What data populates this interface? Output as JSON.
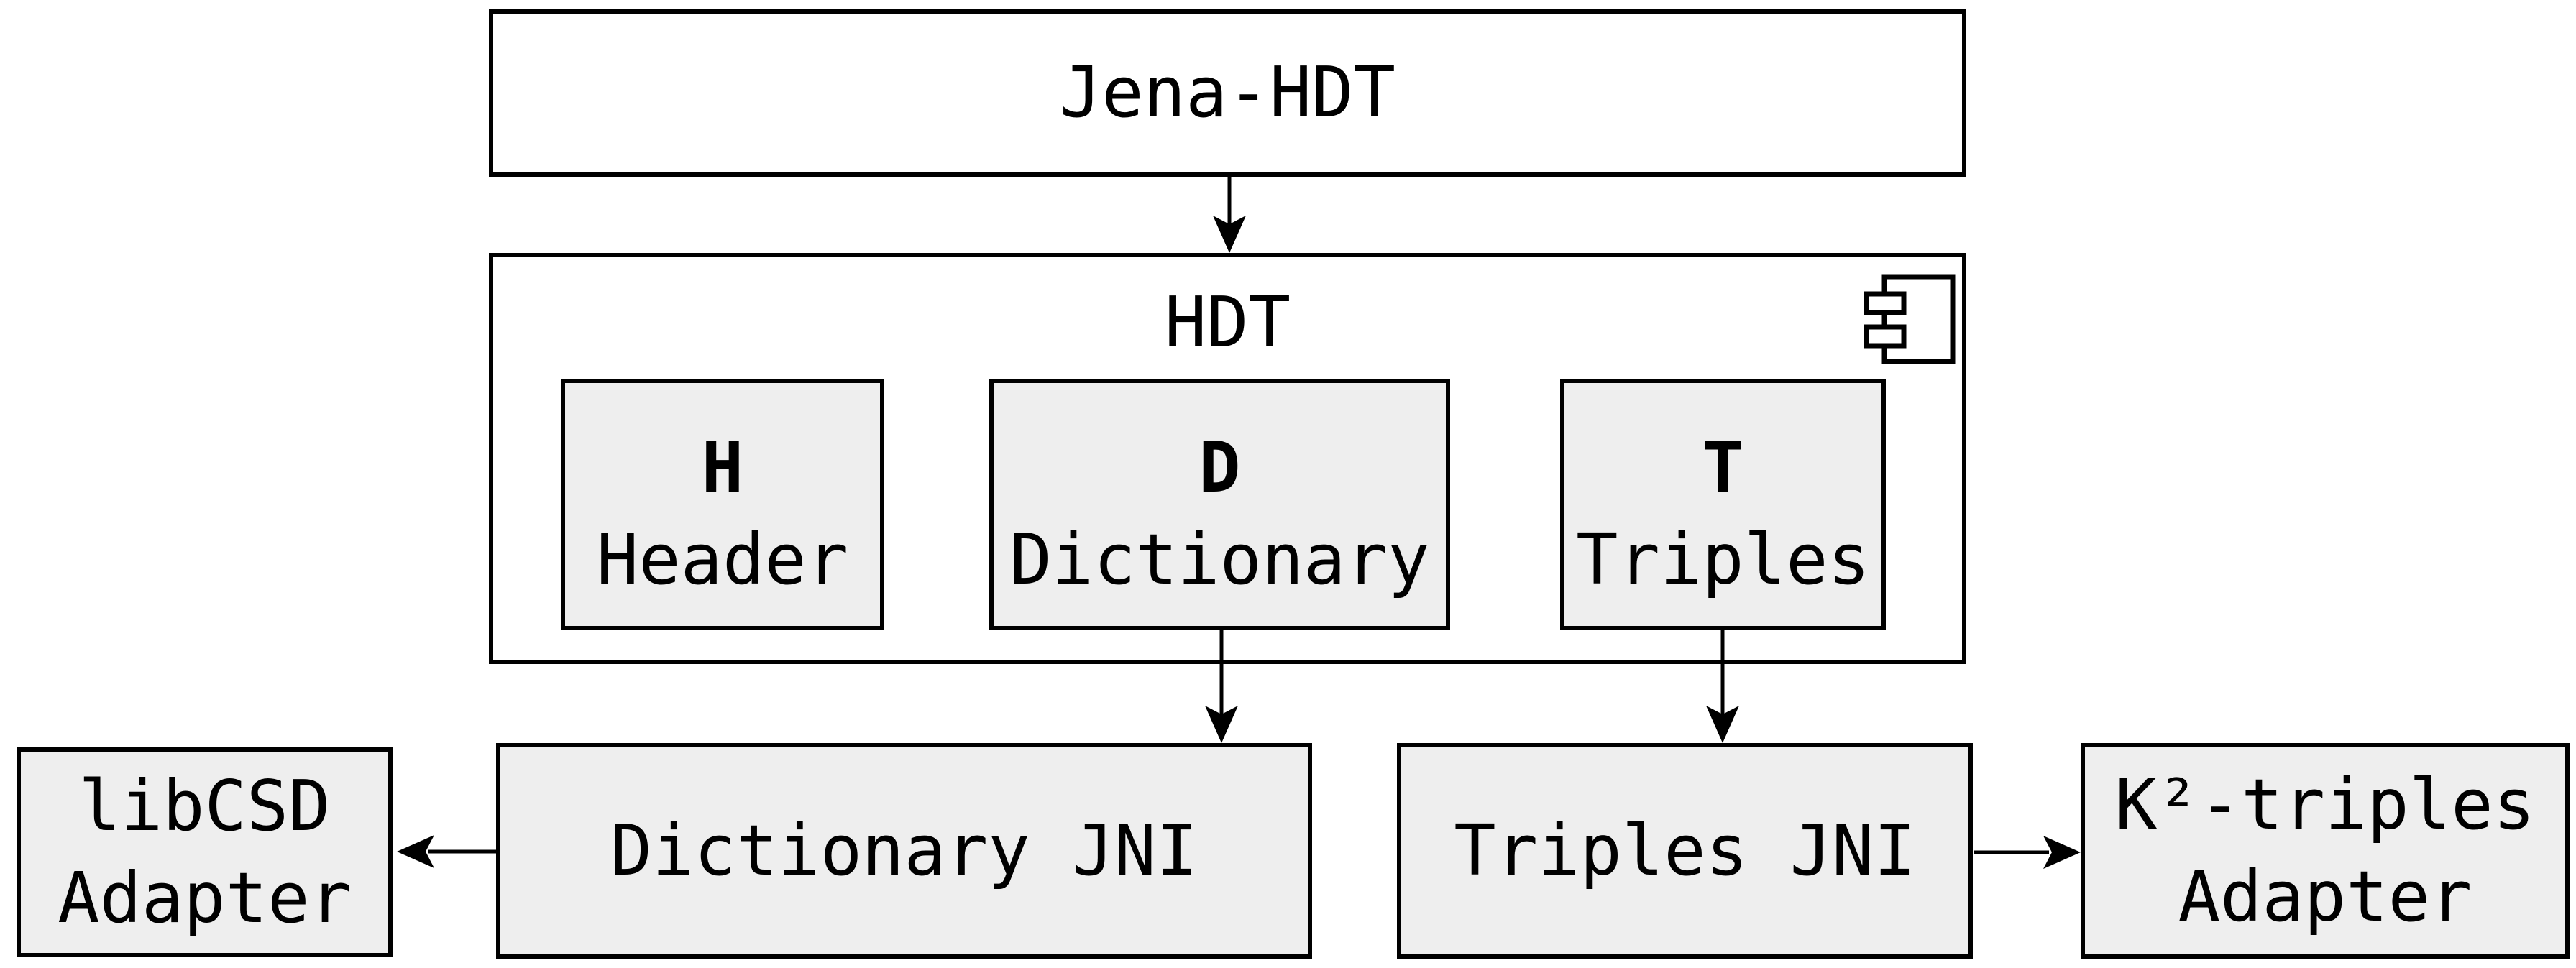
{
  "diagram": {
    "background": "#ffffff",
    "border_color": "#000000",
    "module_fill": "#eeeeee",
    "container_fill": "#ffffff",
    "title_box": {
      "label": "Jena-HDT"
    },
    "hdt": {
      "label": "HDT",
      "icon": "uml-component-icon",
      "modules": [
        {
          "letter": "H",
          "name": "Header"
        },
        {
          "letter": "D",
          "name": "Dictionary"
        },
        {
          "letter": "T",
          "name": "Triples"
        }
      ]
    },
    "adapters": {
      "libcsd": {
        "line1": "libCSD",
        "line2": "Adapter"
      },
      "dictionary_jni": {
        "label": "Dictionary JNI"
      },
      "triples_jni": {
        "label": "Triples JNI"
      },
      "k2_triples": {
        "line1": "K²-triples",
        "line2": "Adapter"
      }
    }
  }
}
